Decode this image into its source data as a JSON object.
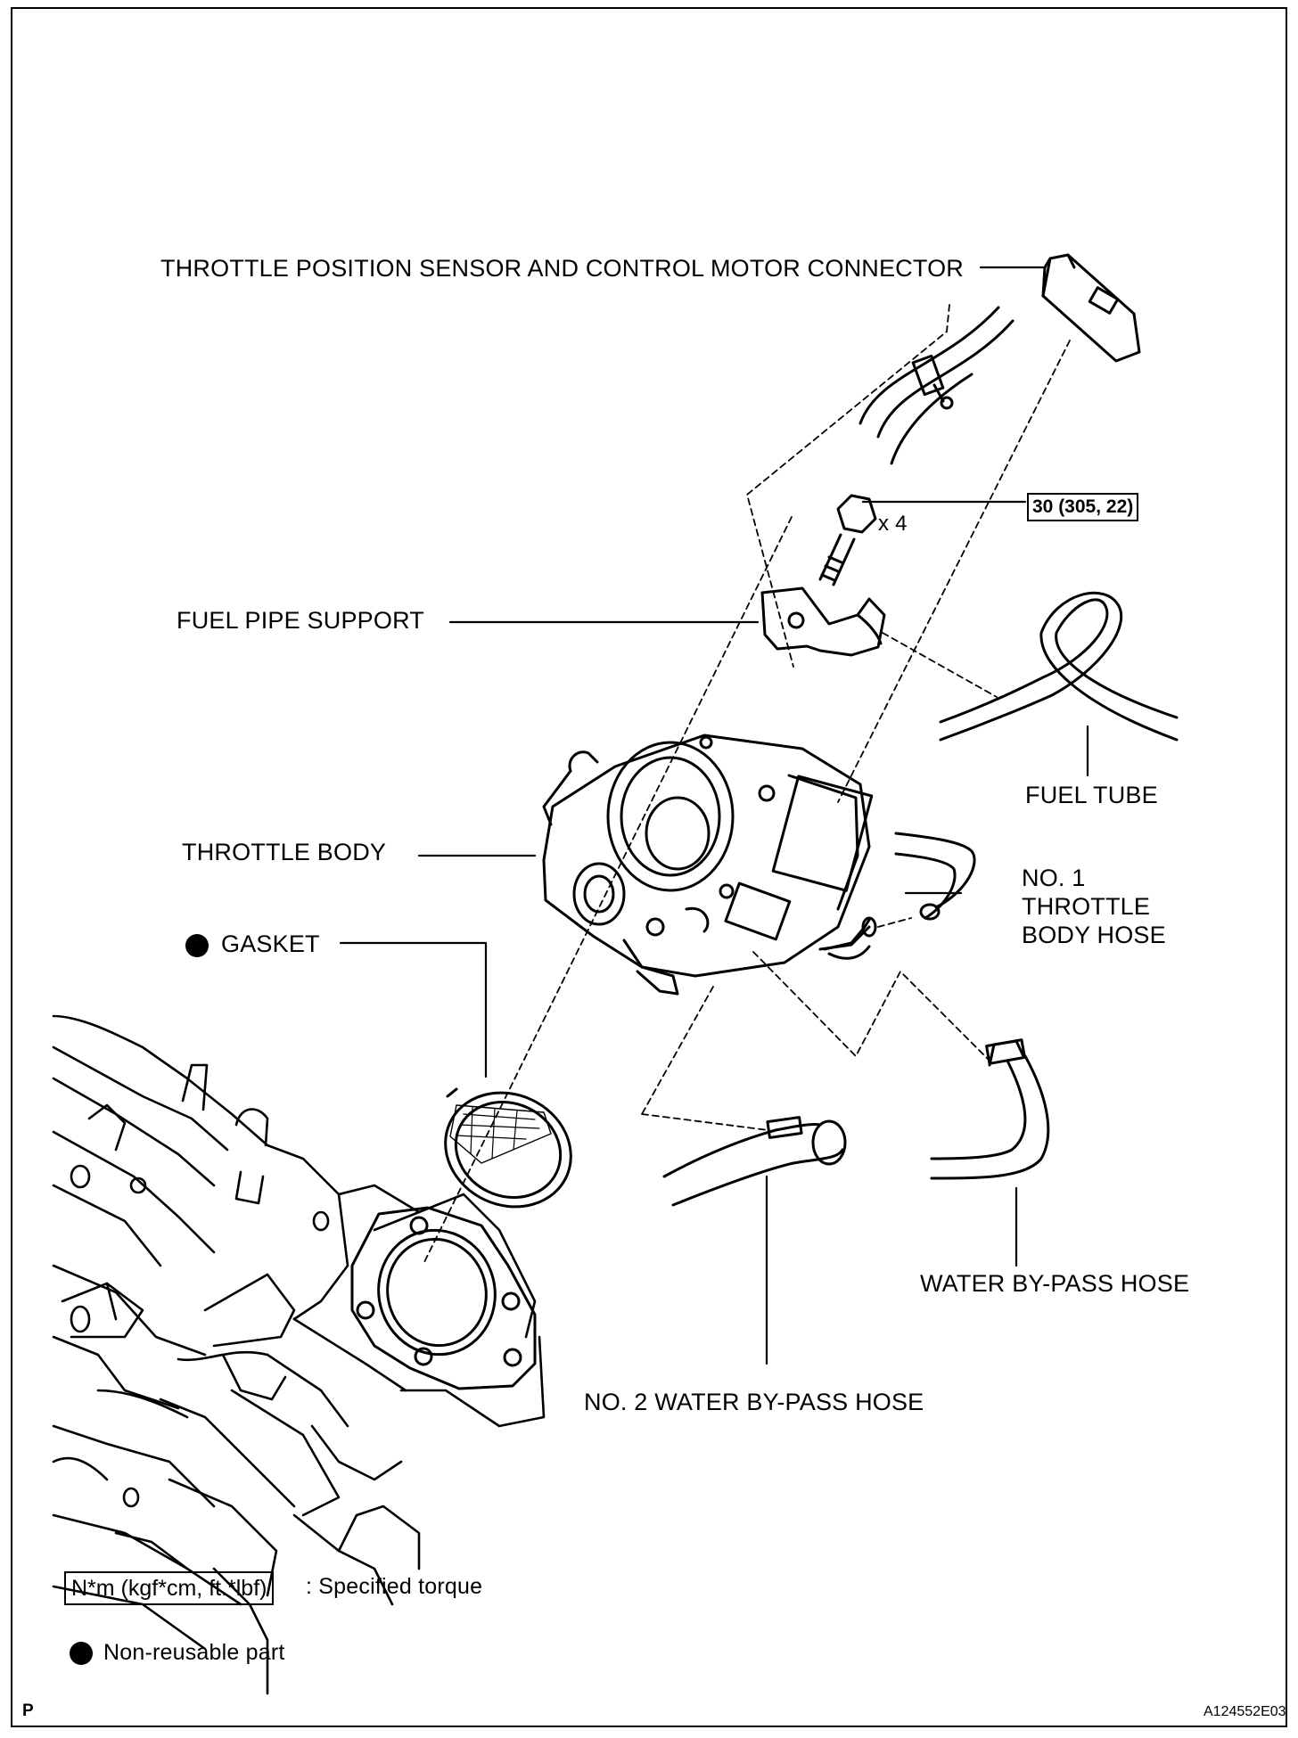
{
  "labels": {
    "connector": "THROTTLE POSITION SENSOR AND CONTROL MOTOR CONNECTOR",
    "bolt_count": "x 4",
    "torque_value": "30 (305, 22)",
    "fuel_pipe_support": "FUEL PIPE SUPPORT",
    "fuel_tube": "FUEL TUBE",
    "throttle_body": "THROTTLE BODY",
    "no1_throttle_body_hose": "NO. 1 THROTTLE BODY HOSE",
    "gasket": "GASKET",
    "water_bypass_hose": "WATER BY-PASS HOSE",
    "no2_water_bypass_hose": "NO. 2 WATER BY-PASS HOSE"
  },
  "legend": {
    "torque_unit": "N*m (kgf*cm, ft.*lbf)",
    "torque_desc": ": Specified torque",
    "nonreusable_desc": "Non-reusable part"
  },
  "footer": {
    "left_code": "P",
    "figure_id": "A124552E03"
  }
}
